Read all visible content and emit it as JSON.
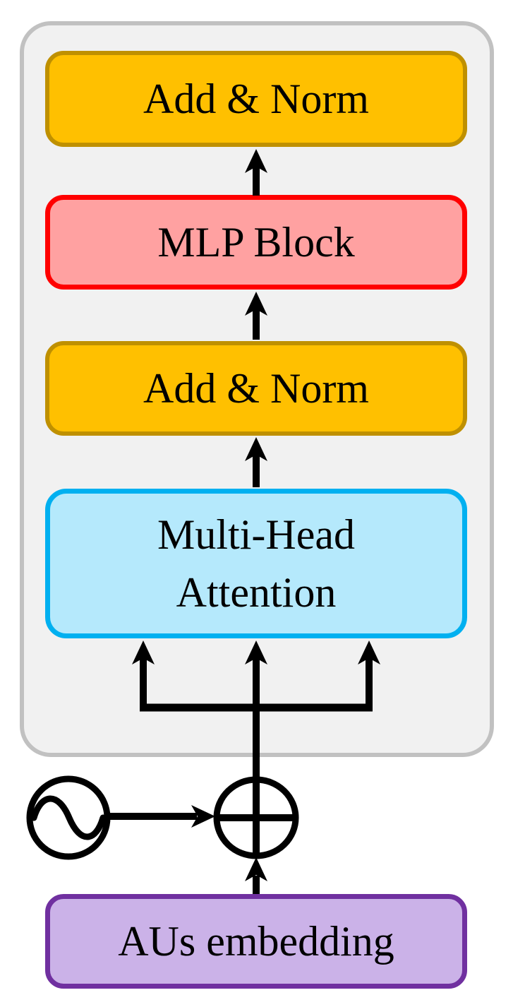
{
  "diagram": {
    "nodes": {
      "add_norm_top": {
        "label": "Add & Norm",
        "fill": "#FFC000",
        "border": "#BF9000"
      },
      "mlp": {
        "label": "MLP Block",
        "fill": "#FFA1A1",
        "border": "#FF0000"
      },
      "add_norm_mid": {
        "label": "Add & Norm",
        "fill": "#FFC000",
        "border": "#BF9000"
      },
      "mha": {
        "line1": "Multi-Head",
        "line2": "Attention",
        "fill": "#B5E9FC",
        "border": "#00B0F0"
      },
      "aus": {
        "label": "AUs embedding",
        "fill": "#CBB2E8",
        "border": "#7030A0"
      }
    },
    "icons": {
      "positional_encoding": "sine-wave-in-circle",
      "add_junction": "circled-plus"
    },
    "colors": {
      "panel_fill": "#F1F1F1",
      "panel_border": "#C1C1C1",
      "arrow": "#000000",
      "text": "#000000",
      "background": "#FFFFFF"
    }
  }
}
